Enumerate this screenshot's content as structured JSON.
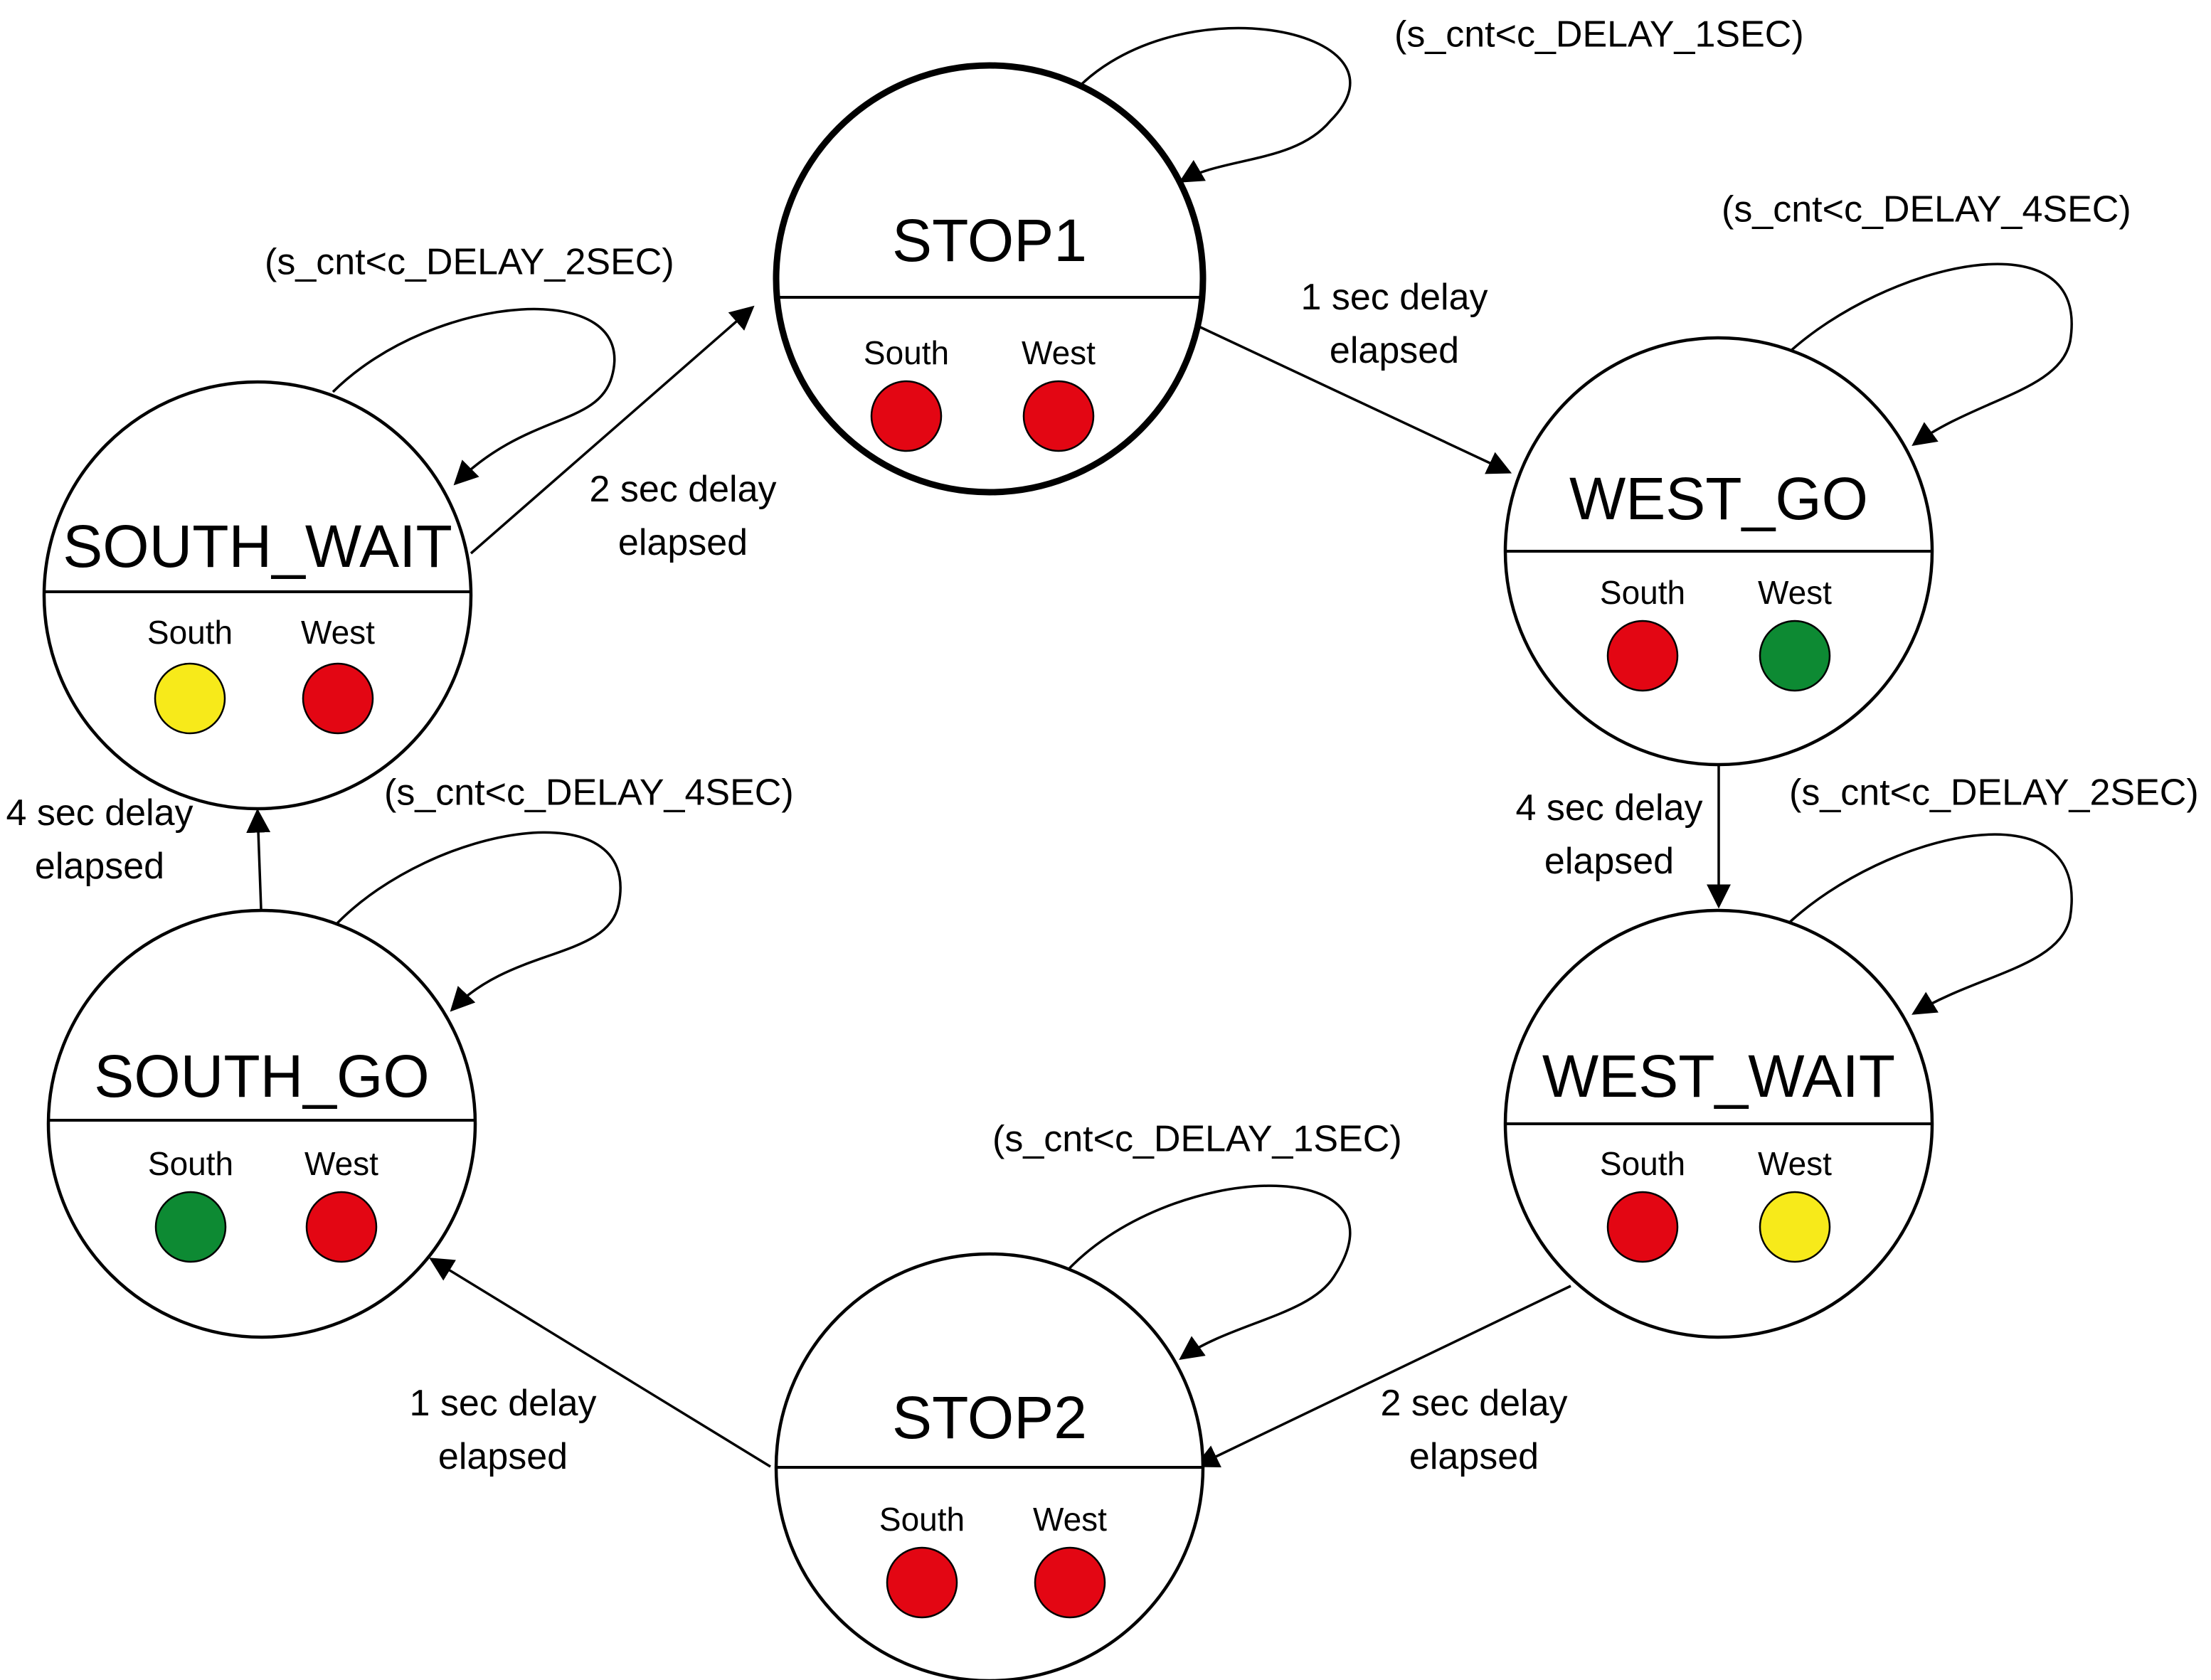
{
  "colors": {
    "red": "#e30613",
    "green": "#0d8a33",
    "yellow": "#f7ea1a",
    "stroke": "#000000"
  },
  "states": [
    {
      "id": "stop1",
      "name": "STOP1",
      "initial": true,
      "lights": [
        {
          "label": "South",
          "color": "red"
        },
        {
          "label": "West",
          "color": "red"
        }
      ],
      "guard": "(s_cnt<c_DELAY_1SEC)"
    },
    {
      "id": "west-go",
      "name": "WEST_GO",
      "initial": false,
      "lights": [
        {
          "label": "South",
          "color": "red"
        },
        {
          "label": "West",
          "color": "green"
        }
      ],
      "guard": "(s_cnt<c_DELAY_4SEC)"
    },
    {
      "id": "west-wait",
      "name": "WEST_WAIT",
      "initial": false,
      "lights": [
        {
          "label": "South",
          "color": "red"
        },
        {
          "label": "West",
          "color": "yellow"
        }
      ],
      "guard": "(s_cnt<c_DELAY_2SEC)"
    },
    {
      "id": "stop2",
      "name": "STOP2",
      "initial": false,
      "lights": [
        {
          "label": "South",
          "color": "red"
        },
        {
          "label": "West",
          "color": "red"
        }
      ],
      "guard": "(s_cnt<c_DELAY_1SEC)"
    },
    {
      "id": "south-go",
      "name": "SOUTH_GO",
      "initial": false,
      "lights": [
        {
          "label": "South",
          "color": "green"
        },
        {
          "label": "West",
          "color": "red"
        }
      ],
      "guard": "(s_cnt<c_DELAY_4SEC)"
    },
    {
      "id": "south-wait",
      "name": "SOUTH_WAIT",
      "initial": false,
      "lights": [
        {
          "label": "South",
          "color": "yellow"
        },
        {
          "label": "West",
          "color": "red"
        }
      ],
      "guard": "(s_cnt<c_DELAY_2SEC)"
    }
  ],
  "transitions": [
    {
      "from": "stop1",
      "to": "west-go",
      "label": [
        "1 sec delay",
        "elapsed"
      ]
    },
    {
      "from": "west-go",
      "to": "west-wait",
      "label": [
        "4 sec delay",
        "elapsed"
      ]
    },
    {
      "from": "west-wait",
      "to": "stop2",
      "label": [
        "2 sec delay",
        "elapsed"
      ]
    },
    {
      "from": "stop2",
      "to": "south-go",
      "label": [
        "1 sec delay",
        "elapsed"
      ]
    },
    {
      "from": "south-go",
      "to": "south-wait",
      "label": [
        "4 sec delay",
        "elapsed"
      ]
    },
    {
      "from": "south-wait",
      "to": "stop1",
      "label": [
        "2 sec delay",
        "elapsed"
      ]
    }
  ]
}
